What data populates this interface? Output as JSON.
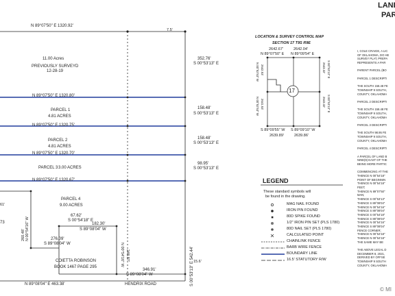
{
  "header": {
    "title_line1": "LAND",
    "title_line2": "PAR"
  },
  "survey": {
    "top_bearing": "N 89°07'50\" E  1320.92'",
    "offset_top": "7.5'",
    "surveyed_tract": {
      "acres": "11.00 Acres",
      "label": "PREVIOUSLY SURVEYD",
      "date": "12-28-19"
    },
    "east_calls": [
      {
        "distance": "352.76'",
        "bearing": "S 00°53'13\" E"
      },
      {
        "distance": "158.48'",
        "bearing": "S 00°53'13\" E"
      },
      {
        "distance": "158.48'",
        "bearing": "S 00°53'13\" E"
      },
      {
        "distance": "98.95'",
        "bearing": "S 00°53'13\" E"
      }
    ],
    "parcel_lines": [
      "N 89°07'50\" E  1320.80'",
      "N 89°07'50\" E  1320.75'",
      "N 89°07'50\" E  1320.70'",
      "N 89°07'50\" E  1320.67'"
    ],
    "parcel1": {
      "name": "PARCEL 1",
      "acres": "4.81 ACRES"
    },
    "parcel2": {
      "name": "PARCEL 2",
      "acres": "4.81 ACRES"
    },
    "parcel3": {
      "name": "PARCEL 3",
      "acres": "3.00 ACRES"
    },
    "parcel4": {
      "name": "PARCEL 4",
      "acres": "9.00 ACRES"
    },
    "east_long": "S 00°53'13\" E  542.44'",
    "lot_a": {
      "distance": "67.62'",
      "bearing": "S 00°54'18\" E"
    },
    "lot_b": {
      "distance": "182.30'",
      "bearing": "S 89°08'04\" W"
    },
    "lot_c": {
      "distance": "276.09'",
      "bearing": "S 89°08'04\" W"
    },
    "vert_left1": "N 00°54'16\" W",
    "vert_left2": "260.48'",
    "vert_mid1": "N 00°54'16\" W",
    "vert_mid2": "248.87'",
    "frag_61": "61'",
    "frag_73": "73",
    "owner": {
      "name": "COIETTA ROBINSON",
      "book": "BOOK 1467 PAGE 295"
    },
    "bottom_call": {
      "distance": "346.91'",
      "bearing": "S 89°08'04\" W"
    },
    "offset_bottom": "15.6'",
    "bottom_bearing": "N 89°08'04\" E  463.38'",
    "road": "HENDRIX ROAD"
  },
  "location_map": {
    "title": "LOCATION & SURVEY CONTROL MAP",
    "subtitle": "SECTION 17 T9S R9E",
    "section": "17",
    "top_left": "2642.67'",
    "top_right": "2642.04'",
    "bear_tl": "N 89°07'50\" E",
    "bear_tr": "N 89°09'54\" E",
    "left_upper": "N 00°52'53\" W",
    "left_lower": "N 00°52'53\" W",
    "left_up_dist": "2642.53'",
    "left_lo_dist": "2641.53'",
    "right_upper": "S 00°53'13\" E",
    "right_lower": "S 00°53'13\" E",
    "right_up_dist": "2643.32'",
    "right_lo_dist": "2643.32'",
    "bear_bl": "S 89°09'55\" W",
    "bear_br": "S 89°09'10\" W",
    "bottom_left": "2639.89'",
    "bottom_right": "2639.86'"
  },
  "legend": {
    "title": "LEGEND",
    "intro1": "These standard symbols will",
    "intro2": "be found in the drawing.",
    "items": [
      "MAG NAIL FOUND",
      "IRON PIN FOUND",
      "80D SPIKE FOUND",
      "1/2\" IRON PIN SET (PLS 1780)",
      "80D NAIL SET (PLS 1780)",
      "CALCULATED POINT",
      "CHAINLINK FENCE",
      "BARB WIRE FENCE",
      "BOUNDARY LINE",
      "16.5' STATUTORY R/W"
    ]
  },
  "description_lines": [
    "I, COLE CRAIGE, A LIC",
    "OF OKLAHOMA, DO HE",
    "SURVEY PLAT, PREPA",
    "REPRESENTS A PAR",
    "",
    "PARENT PARCEL (BO",
    "",
    "PARCEL 1 DESCRIPTI",
    "",
    "THE SOUTH 158.48 FE",
    "TOWNSHIP 9 SOUTH,",
    "COUNTY, OKLAHOMA",
    "",
    "PARCEL 2 DESCRIPTI",
    "",
    "THE SOUTH 158.48 FE",
    "TOWNSHIP 9 SOUTH,",
    "COUNTY, OKLAHOMA",
    "",
    "PARCEL 3 DESCRIPTI",
    "",
    "THE SOUTH 98.95 FE",
    "TOWNSHIP 9 SOUTH,",
    "COUNTY, OKLAHOMA",
    "",
    "PARCEL 4 DESCRIPTI",
    "",
    "A PARCEL OF LAND B",
    "NINE(9) EAST OF THE",
    "BEING MORE PARTIC",
    "",
    "COMMENCING AT THE",
    "THENCE N 00°54'18\"",
    "POINT OF BEGINNIN",
    "THENCE N 00°54'18\"",
    "FEET;",
    "THENCE N 89°07'50\"",
    "MAN;",
    "THENCE S 00°53'13\"",
    "THENCE S 89°08'04\"",
    "THENCE N 00°54'16\"",
    "THENCE S 89°08'04\"",
    "THENCE S 00°54'18\"",
    "THENCE S 89°08'04\"",
    "THENCE N 00°54'16\"",
    "THENCE S 89°08'04\"",
    "FENCE CORNER;",
    "THENCE N 00°54'18\"",
    "THENCE N 00°54'18\"",
    "THE SAME MAY BE",
    "",
    "THE ABOVE LEGAL D",
    "DECEMBER 8, 2021,",
    "DERIVED BY OFFSE",
    "TOWNSHIP 9 SOUTH",
    "COUNTY, OKLAHOMA"
  ],
  "watermark": "© MI"
}
